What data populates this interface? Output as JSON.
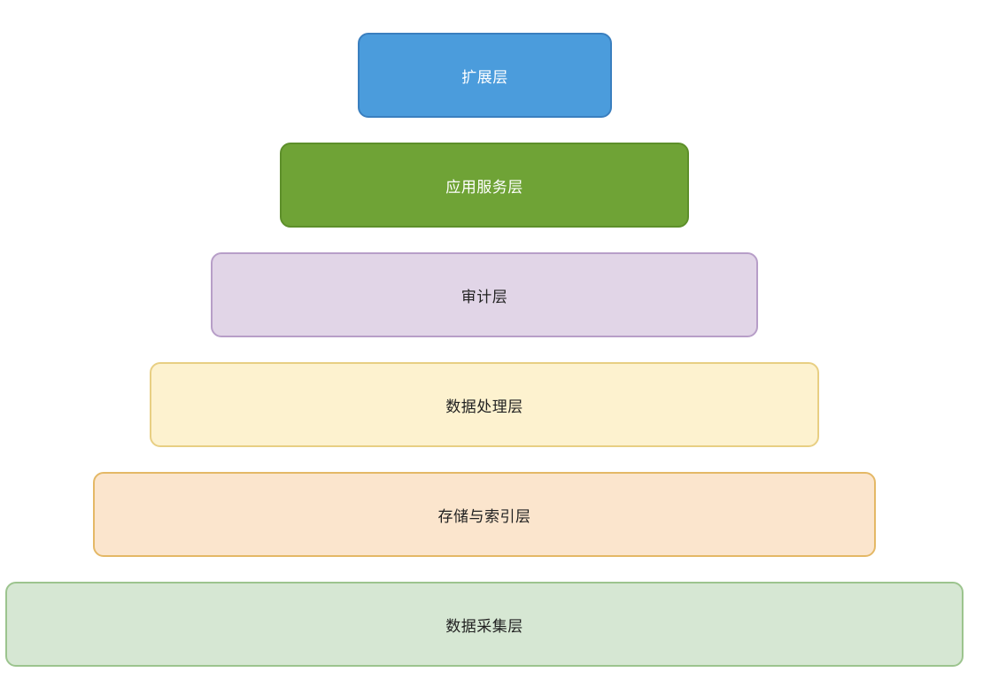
{
  "diagram": {
    "layers": [
      {
        "id": "extension",
        "label": "扩展层",
        "fill": "#4b9cdc",
        "stroke": "#3a7fbf",
        "text_color": "#ffffff"
      },
      {
        "id": "app",
        "label": "应用服务层",
        "fill": "#6fa336",
        "stroke": "#5d8f2a",
        "text_color": "#ffffff"
      },
      {
        "id": "audit",
        "label": "审计层",
        "fill": "#e1d5e7",
        "stroke": "#b79ec8",
        "text_color": "#222222"
      },
      {
        "id": "processing",
        "label": "数据处理层",
        "fill": "#fdf2cf",
        "stroke": "#e8cf83",
        "text_color": "#222222"
      },
      {
        "id": "storage",
        "label": "存储与索引层",
        "fill": "#fbe5cd",
        "stroke": "#e4b866",
        "text_color": "#222222"
      },
      {
        "id": "collection",
        "label": "数据采集层",
        "fill": "#d6e7d3",
        "stroke": "#9cc48e",
        "text_color": "#222222"
      }
    ]
  }
}
